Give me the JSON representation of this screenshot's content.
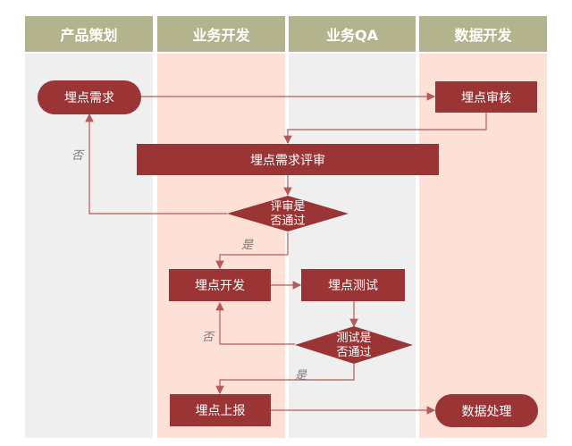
{
  "lanes": [
    "产品策划",
    "业务开发",
    "业务QA",
    "数据开发"
  ],
  "nodes": {
    "req": "埋点需求",
    "audit": "埋点审核",
    "review": "埋点需求评审",
    "review_pass_l1": "评审是",
    "review_pass_l2": "否通过",
    "dev": "埋点开发",
    "test": "埋点测试",
    "test_pass_l1": "测试是",
    "test_pass_l2": "否通过",
    "report": "埋点上报",
    "process": "数据处理"
  },
  "edge_labels": {
    "no1": "否",
    "yes1": "是",
    "no2": "否",
    "yes2": "是"
  },
  "colors": {
    "header": "#b3b38d",
    "node": "#9b3535",
    "lane_gray": "#efefef",
    "lane_pink": "#fde0d6",
    "line": "#b55a5a"
  }
}
